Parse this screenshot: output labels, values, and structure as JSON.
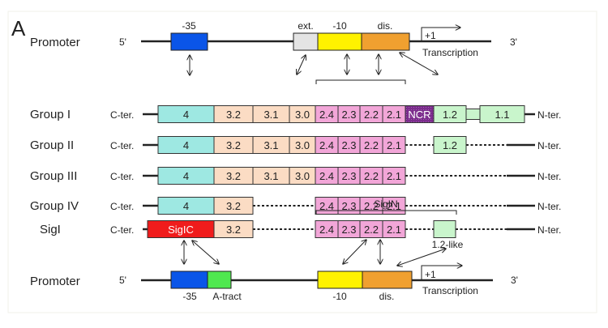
{
  "panel_label": "A",
  "colors": {
    "minus35": "#0a55e8",
    "ext": "#e4e4e4",
    "minus10": "#fff200",
    "dis": "#f0a030",
    "region4": "#9ee8e2",
    "region3": "#fbdcc4",
    "region2": "#f2a6d8",
    "ncr": "#7b2c8c",
    "region1": "#c9f5cc",
    "sigic": "#f01c1c",
    "atract": "#4fe84f",
    "line": "#222222"
  },
  "top_promoter": {
    "label": "Promoter",
    "five_prime": "5'",
    "three_prime": "3'",
    "elements": [
      {
        "id": "minus35",
        "label": "-35"
      },
      {
        "id": "ext",
        "label": "ext."
      },
      {
        "id": "minus10",
        "label": "-10"
      },
      {
        "id": "dis",
        "label": "dis."
      }
    ],
    "tss_label": "+1",
    "transcription_label": "Transcription"
  },
  "groups": [
    {
      "name": "Group I",
      "c_ter": "C-ter.",
      "n_ter": "N-ter.",
      "regions": [
        "4",
        "3.2",
        "3.1",
        "3.0",
        "2.4",
        "2.3",
        "2.2",
        "2.1",
        "NCR",
        "1.2",
        "",
        "1.1"
      ]
    },
    {
      "name": "Group II",
      "c_ter": "C-ter.",
      "n_ter": "N-ter.",
      "regions": [
        "4",
        "3.2",
        "3.1",
        "3.0",
        "2.4",
        "2.3",
        "2.2",
        "2.1",
        "1.2"
      ]
    },
    {
      "name": "Group III",
      "c_ter": "C-ter.",
      "n_ter": "N-ter.",
      "regions": [
        "4",
        "3.2",
        "3.1",
        "3.0",
        "2.4",
        "2.3",
        "2.2",
        "2.1"
      ]
    },
    {
      "name": "Group IV",
      "c_ter": "C-ter.",
      "n_ter": "N-ter.",
      "regions": [
        "4",
        "3.2",
        "2.4",
        "2.3",
        "2.2",
        "2.1"
      ]
    },
    {
      "name": "SigI",
      "c_ter": "C-ter.",
      "n_ter": "N-ter.",
      "regions": [
        "SigIC",
        "3.2",
        "2.4",
        "2.3",
        "2.2",
        "2.1",
        ""
      ],
      "sigin_label": "SigIN",
      "like_label": "1.2-like"
    }
  ],
  "bottom_promoter": {
    "label": "Promoter",
    "five_prime": "5'",
    "three_prime": "3'",
    "elements": [
      {
        "id": "minus35",
        "label": "-35"
      },
      {
        "id": "atract",
        "label": "A-tract"
      },
      {
        "id": "minus10",
        "label": "-10"
      },
      {
        "id": "dis",
        "label": "dis."
      }
    ],
    "tss_label": "+1",
    "transcription_label": "Transcription"
  }
}
